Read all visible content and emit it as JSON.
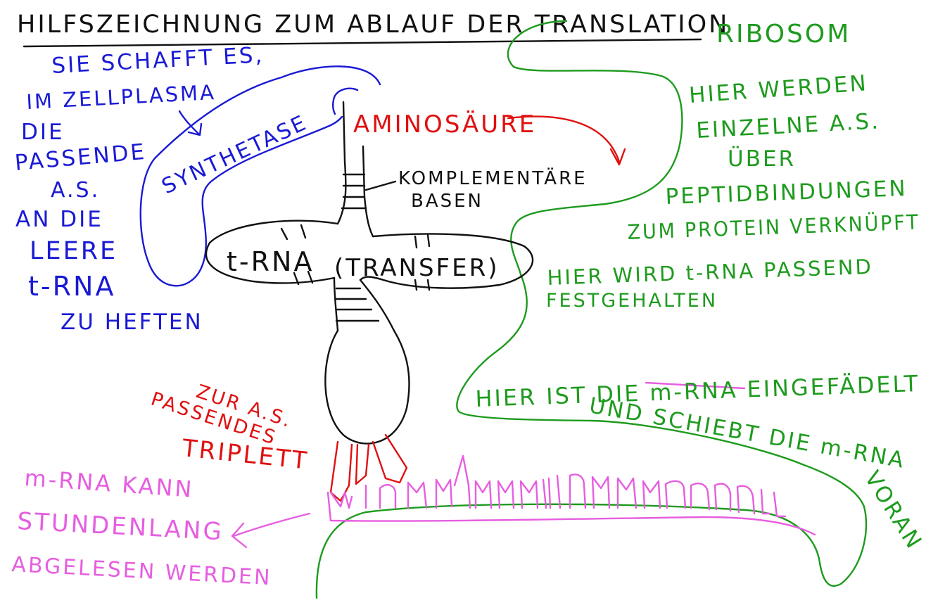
{
  "title": "HILFSZEICHNUNG ZUM ABLAUF DER TRANSLATION",
  "colors": {
    "black": "#111111",
    "blue": "#1a1ad4",
    "red": "#e01010",
    "green": "#1e9b1e",
    "pink": "#e65ee0"
  },
  "labels": {
    "ribosom": "RIBOSOM",
    "synthetase": "SYNTHETASE",
    "aminosaeure": "AMINOSÄURE",
    "komplementaere_1": "KOMPLEMENTÄRE",
    "komplementaere_2": "BASEN",
    "trna": "t-RNA",
    "transfer": "(TRANSFER)",
    "triplett_1": "ZUR A.S.",
    "triplett_2": "PASSENDES",
    "triplett_3": "TRIPLETT"
  },
  "notes": {
    "blue": [
      "SIE SCHAFFT ES,",
      "IM ZELLPLASMA",
      "DIE",
      "PASSENDE",
      "A.S.",
      "AN DIE",
      "LEERE",
      "t-RNA",
      "ZU HEFTEN"
    ],
    "green_top": [
      "HIER WERDEN",
      "EINZELNE A.S.",
      "ÜBER",
      "PEPTIDBINDUNGEN",
      "ZUM PROTEIN VERKNÜPFT"
    ],
    "green_mid": [
      "HIER WIRD t-RNA PASSEND",
      "FESTGEHALTEN"
    ],
    "green_bottom": [
      "HIER IST DIE m-RNA EINGEFÄDELT",
      "UND SCHIEBT DIE m-RNA",
      "VORAN"
    ],
    "pink": [
      "m-RNA KANN",
      "STUNDENLANG",
      "ABGELESEN WERDEN"
    ]
  }
}
